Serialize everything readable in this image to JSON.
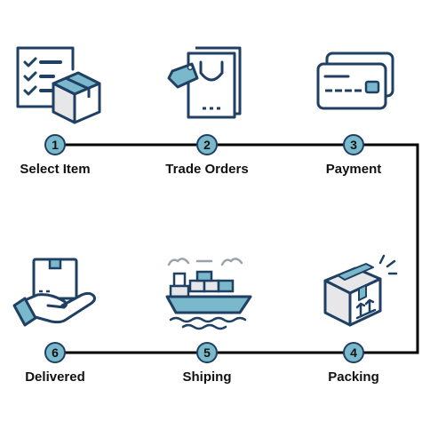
{
  "colors": {
    "accent": "#7ab8cc",
    "ink": "#1f3f63",
    "line": "#000000",
    "box_fill": "#e7e7ea",
    "tape_fill": "#7ab8cc"
  },
  "steps": [
    {
      "number": "1",
      "label": "Select Item",
      "icon": "checklist-box-icon"
    },
    {
      "number": "2",
      "label": "Trade Orders",
      "icon": "shopping-bag-tag-icon"
    },
    {
      "number": "3",
      "label": "Payment",
      "icon": "credit-cards-icon"
    },
    {
      "number": "4",
      "label": "Packing",
      "icon": "packed-box-icon"
    },
    {
      "number": "5",
      "label": "Shiping",
      "icon": "cargo-ship-icon"
    },
    {
      "number": "6",
      "label": "Delivered",
      "icon": "hand-box-icon"
    }
  ]
}
